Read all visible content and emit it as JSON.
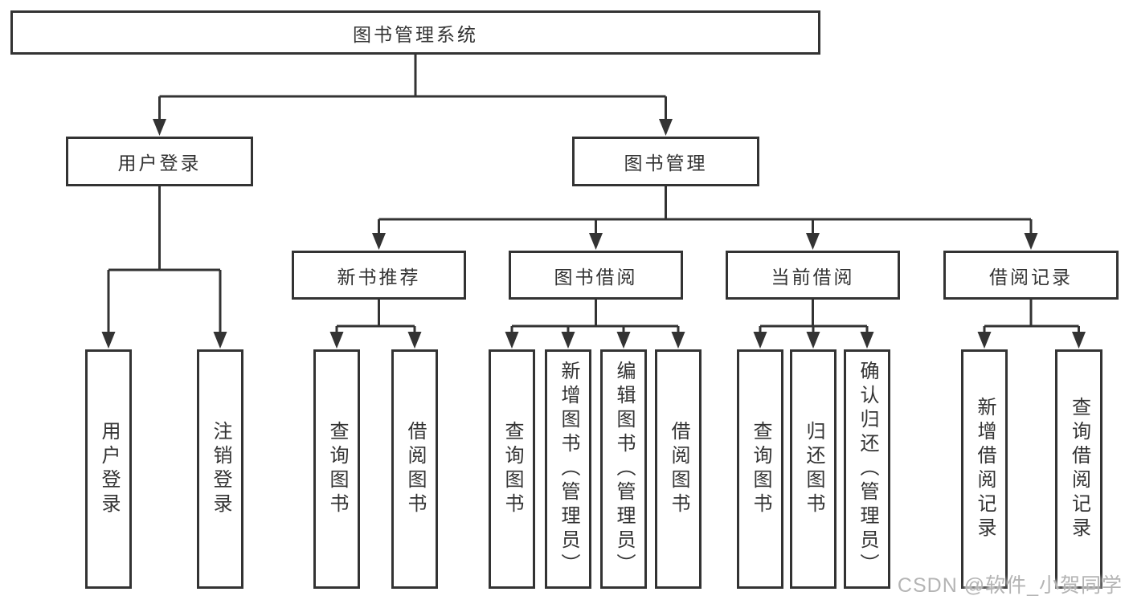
{
  "tree": {
    "root": {
      "label": "图书管理系统"
    },
    "branches": [
      {
        "label": "用户登录",
        "children": [
          {
            "label": "用户登录"
          },
          {
            "label": "注销登录"
          }
        ]
      },
      {
        "label": "图书管理",
        "children": [
          {
            "label": "新书推荐",
            "children": [
              {
                "label": "查询图书"
              },
              {
                "label": "借阅图书"
              }
            ]
          },
          {
            "label": "图书借阅",
            "children": [
              {
                "label": "查询图书"
              },
              {
                "label": "新增图书（管理员）"
              },
              {
                "label": "编辑图书（管理员）"
              },
              {
                "label": "借阅图书"
              }
            ]
          },
          {
            "label": "当前借阅",
            "children": [
              {
                "label": "查询图书"
              },
              {
                "label": "归还图书"
              },
              {
                "label": "确认归还（管理员）"
              }
            ]
          },
          {
            "label": "借阅记录",
            "children": [
              {
                "label": "新增借阅记录"
              },
              {
                "label": "查询借阅记录"
              }
            ]
          }
        ]
      }
    ]
  },
  "watermark": {
    "text": "CSDN @软件_小贺同学",
    "color": "#b4b4b4"
  },
  "colors": {
    "line": "#333333",
    "box_border": "#333333",
    "box_fill": "#ffffff",
    "text": "#333333",
    "background": "#ffffff"
  }
}
